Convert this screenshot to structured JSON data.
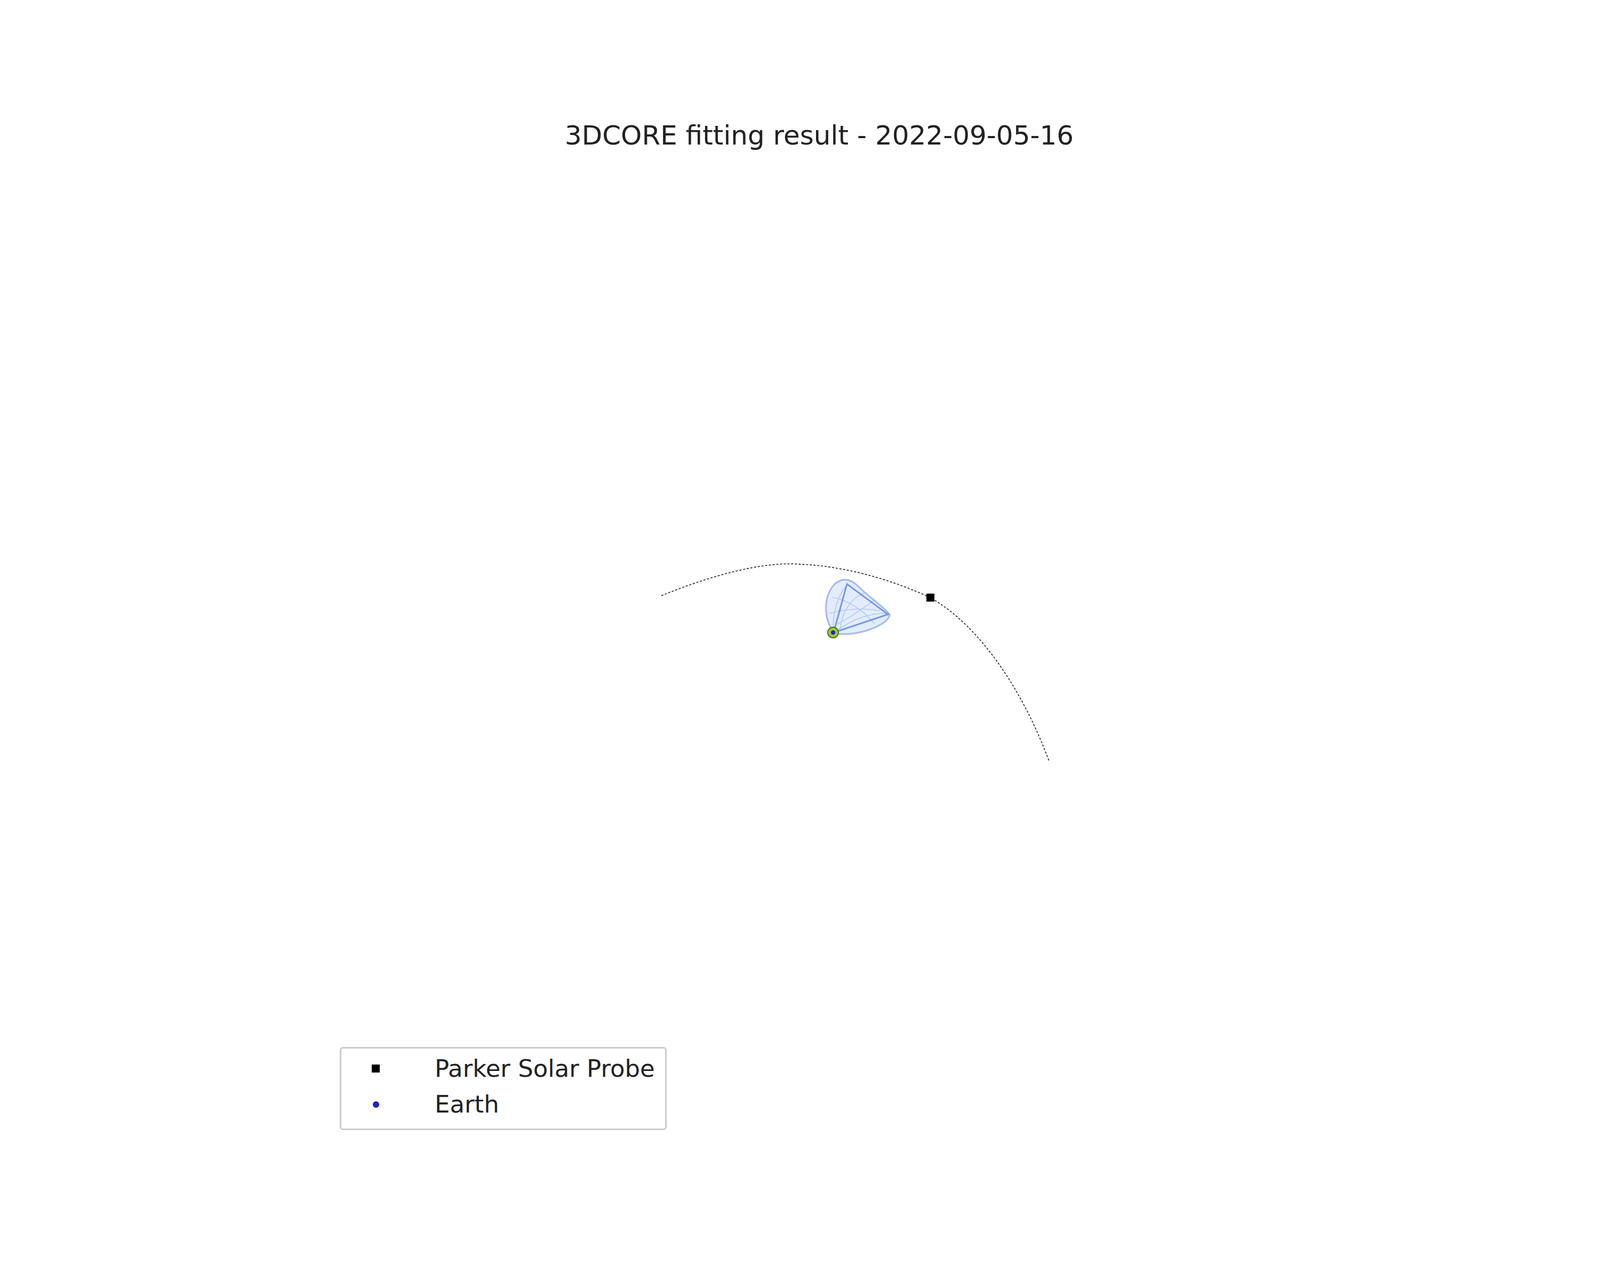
{
  "diagram": {
    "title": "3DCORE fitting result - 2022-09-05-16",
    "legend": [
      {
        "text": "Parker Solar Probe"
      },
      {
        "text": "Earth"
      }
    ]
  }
}
